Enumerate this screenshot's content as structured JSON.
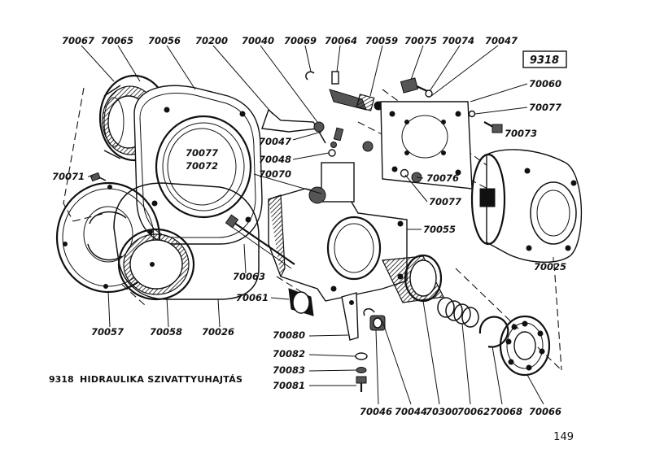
{
  "figure_number": "9318",
  "caption_number": "9318",
  "caption_title": "HIDRAULIKA SZIVATTYUHAJTÁS",
  "page_number": "149",
  "part_labels": {
    "p70067": "70067",
    "p70065": "70065",
    "p70056": "70056",
    "p70200": "70200",
    "p70040": "70040",
    "p70069": "70069",
    "p70064": "70064",
    "p70059": "70059",
    "p70075": "70075",
    "p70074": "70074",
    "p70047a": "70047",
    "p70060": "70060",
    "p70077a": "70077",
    "p70073": "70073",
    "p70047b": "70047",
    "p70048": "70048",
    "p70077b": "70077",
    "p70072": "70072",
    "p70070": "70070",
    "p70071": "70071",
    "p70076": "70076",
    "p70077c": "70077",
    "p70055": "70055",
    "p70063": "70063",
    "p70061": "70061",
    "p70025": "70025",
    "p70057": "70057",
    "p70058": "70058",
    "p70026": "70026",
    "p70080": "70080",
    "p70082": "70082",
    "p70083": "70083",
    "p70081": "70081",
    "p70046": "70046",
    "p70044": "70044",
    "p70300": "70300",
    "p70062": "70062",
    "p70068": "70068",
    "p70066": "70066"
  }
}
